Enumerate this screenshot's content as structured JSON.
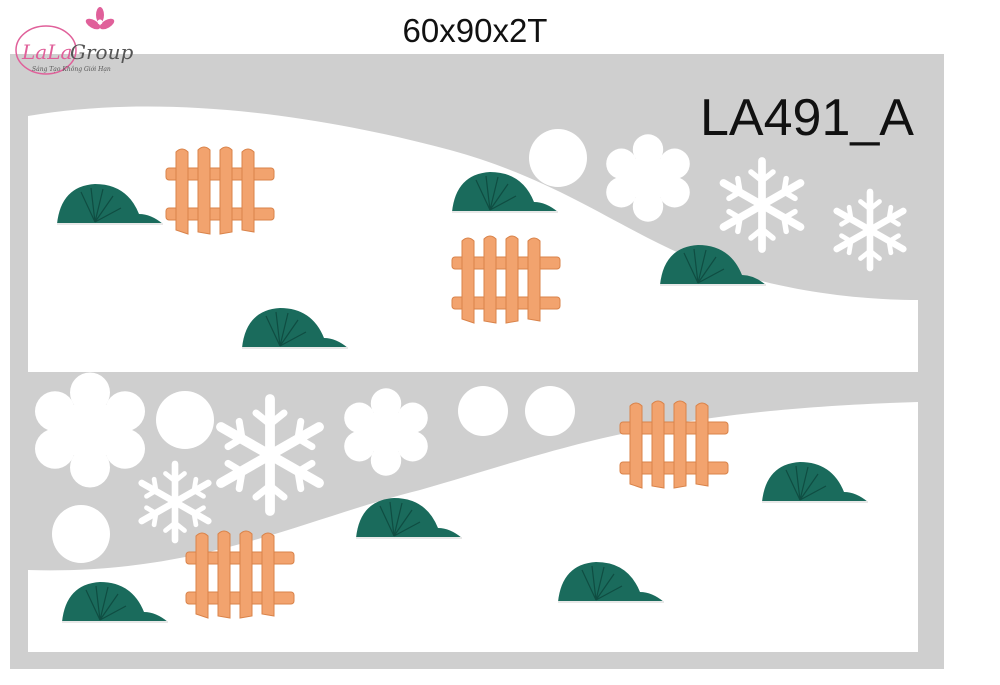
{
  "logo": {
    "brand_left": "LaLa",
    "brand_right": "Group",
    "tagline": "Sáng Tạo Không Giới Hạn"
  },
  "header": {
    "size": "60x90x2T"
  },
  "product": {
    "code": "LA491_A"
  },
  "colors": {
    "board": "#cfcfcf",
    "snow": "#ffffff",
    "fence": "#f2a36e",
    "fence_dark": "#d9834a",
    "bush": "#1a6b5c",
    "bush_dark": "#0f4d42",
    "logo_pink": "#e0609a"
  },
  "icons": [
    "snowflake-icon",
    "snowball-icon",
    "fence-icon",
    "bush-icon",
    "flower-icon"
  ]
}
